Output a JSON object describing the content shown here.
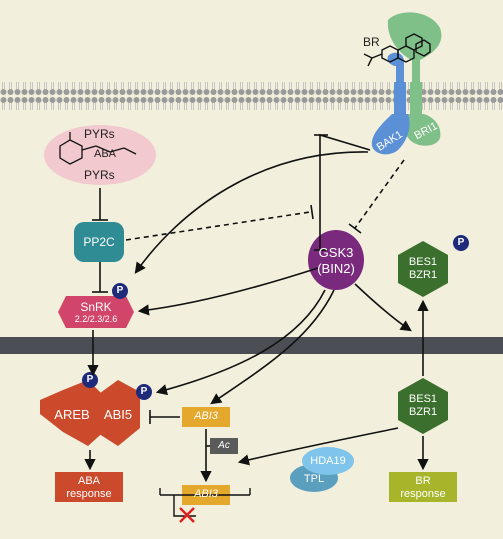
{
  "colors": {
    "background": "#f2efdc",
    "nucleus_bar": "#4b4f55",
    "snrk": "#d1456a",
    "pp2c": "#2f8b94",
    "gsk3": "#7a2a7d",
    "bes1_green": "#3b6f2d",
    "areb_red": "#cb4a2c",
    "abi3_orange": "#e4a82c",
    "br_response": "#a7b52a",
    "hda19": "#7fc4ea",
    "tpl": "#5b9fbf",
    "bak1": "#5b8fd6",
    "bri1": "#7fbf88",
    "phospho": "#1e2a7a"
  },
  "labels": {
    "br": "BR",
    "bak1": "BAK1",
    "bri1": "BRI1",
    "pyrs_top": "PYRs",
    "aba": "ABA",
    "pyrs_bottom": "PYRs",
    "pp2c": "PP2C",
    "snrk_name": "SnRK",
    "snrk_sub": "2.2/2.3/2.6",
    "gsk3_name": "GSK3",
    "gsk3_sub": "(BIN2)",
    "bes1_top_a": "BES1",
    "bes1_top_b": "BZR1",
    "bes1_bottom_a": "BES1",
    "bes1_bottom_b": "BZR1",
    "areb": "AREB",
    "abi5": "ABI5",
    "abi3_top": "ABI3",
    "ac": "Ac",
    "abi3_bottom": "ABI3",
    "hda19": "HDA19",
    "tpl": "TPL",
    "aba_response_a": "ABA",
    "aba_response_b": "response",
    "br_response_a": "BR",
    "br_response_b": "response",
    "phospho": "P"
  }
}
